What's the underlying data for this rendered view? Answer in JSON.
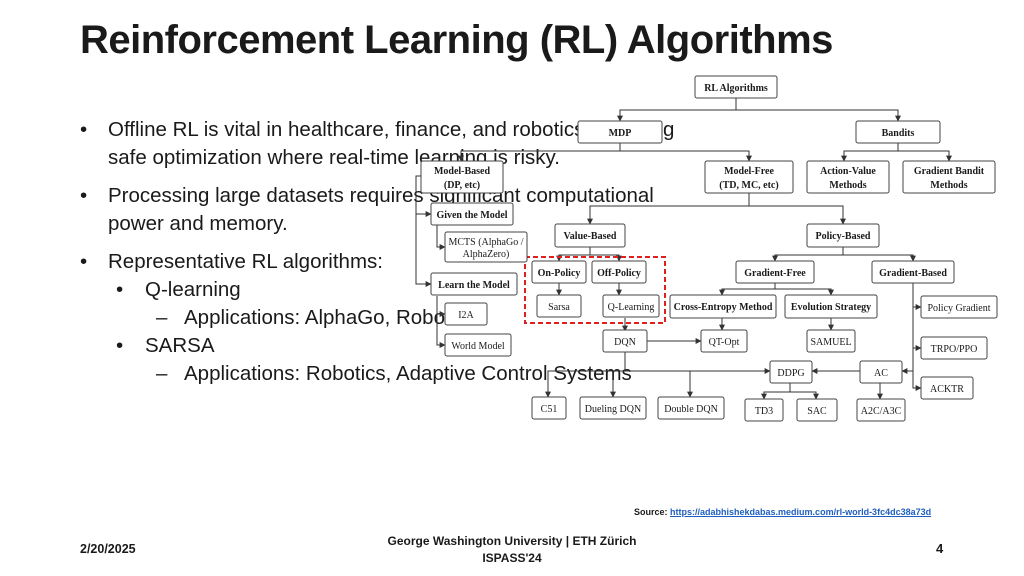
{
  "slide": {
    "title": "Reinforcement Learning (RL) Algorithms",
    "bullets": {
      "b1": "Offline RL is vital in healthcare, finance, and robotics, ensuring safe optimization where real-time learning is risky.",
      "b2": "Processing large datasets requires significant computational power and memory.",
      "b3": "Representative RL algorithms:",
      "b3_1": "Q-learning",
      "b3_1_1": "Applications: AlphaGo, Robotics",
      "b3_2": "SARSA",
      "b3_2_1": "Applications: Robotics, Adaptive Control Systems"
    },
    "bullet_glyph": "•",
    "dash_glyph": "–",
    "source_label": "Source:",
    "source_url": "https://adabhishekdabas.medium.com/rl-world-3fc4dc38a73d",
    "date": "2/20/2025",
    "footer_line1": "George Washington University | ETH Zürich",
    "footer_line2": "ISPASS'24",
    "page_number": "4"
  },
  "diagram": {
    "highlight_color": "#e02020",
    "nodes": {
      "root": "RL Algorithms",
      "mdp": "MDP",
      "bandits": "Bandits",
      "model_based_1": "Model-Based",
      "model_based_2": "(DP, etc)",
      "model_free_1": "Model-Free",
      "model_free_2": "(TD, MC, etc)",
      "action_value_1": "Action-Value",
      "action_value_2": "Methods",
      "gradient_bandit_1": "Gradient Bandit",
      "gradient_bandit_2": "Methods",
      "given_model": "Given the Model",
      "mcts_1": "MCTS (AlphaGo /",
      "mcts_2": "AlphaZero)",
      "learn_model": "Learn the Model",
      "i2a": "I2A",
      "world_model": "World Model",
      "value_based": "Value-Based",
      "policy_based": "Policy-Based",
      "on_policy": "On-Policy",
      "off_policy": "Off-Policy",
      "sarsa": "Sarsa",
      "q_learning": "Q-Learning",
      "gradient_free": "Gradient-Free",
      "gradient_based": "Gradient-Based",
      "cross_entropy": "Cross-Entropy Method",
      "evolution": "Evolution Strategy",
      "policy_gradient": "Policy Gradient",
      "dqn": "DQN",
      "qt_opt": "QT-Opt",
      "samuel": "SAMUEL",
      "trpo": "TRPO/PPO",
      "ddpg": "DDPG",
      "ac": "AC",
      "acktr": "ACKTR",
      "c51": "C51",
      "dueling_dqn": "Dueling DQN",
      "double_dqn": "Double DQN",
      "td3": "TD3",
      "sac": "SAC",
      "a2c": "A2C/A3C"
    }
  }
}
